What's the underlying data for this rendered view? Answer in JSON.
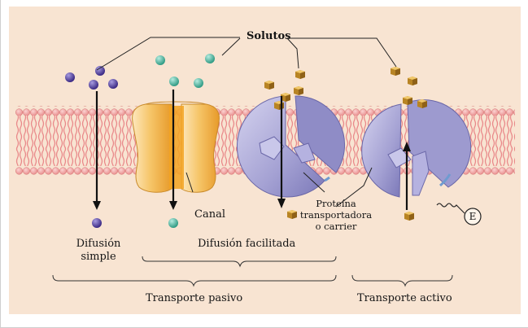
{
  "labels": {
    "solutes": "Solutos",
    "channel": "Canal",
    "simple_diffusion_line1": "Difusión",
    "simple_diffusion_line2": "simple",
    "facilitated_diffusion": "Difusión facilitada",
    "carrier_line1": "Proteína",
    "carrier_line2": "transportadora",
    "carrier_line3": "o carrier",
    "energy": "E",
    "passive_transport": "Transporte pasivo",
    "active_transport": "Transporte activo"
  },
  "colors": {
    "background": "#f8e4d2",
    "phospholipid_head": "#f0a6a4",
    "lipid_tail": "#e9898a",
    "simple_solute": "#4e3a9a",
    "channel_solute": "#55b9a2",
    "carrier_solute": "#c99a2c",
    "channel_protein": "#f4b94a",
    "carrier_protein": "#9e9ccd"
  }
}
